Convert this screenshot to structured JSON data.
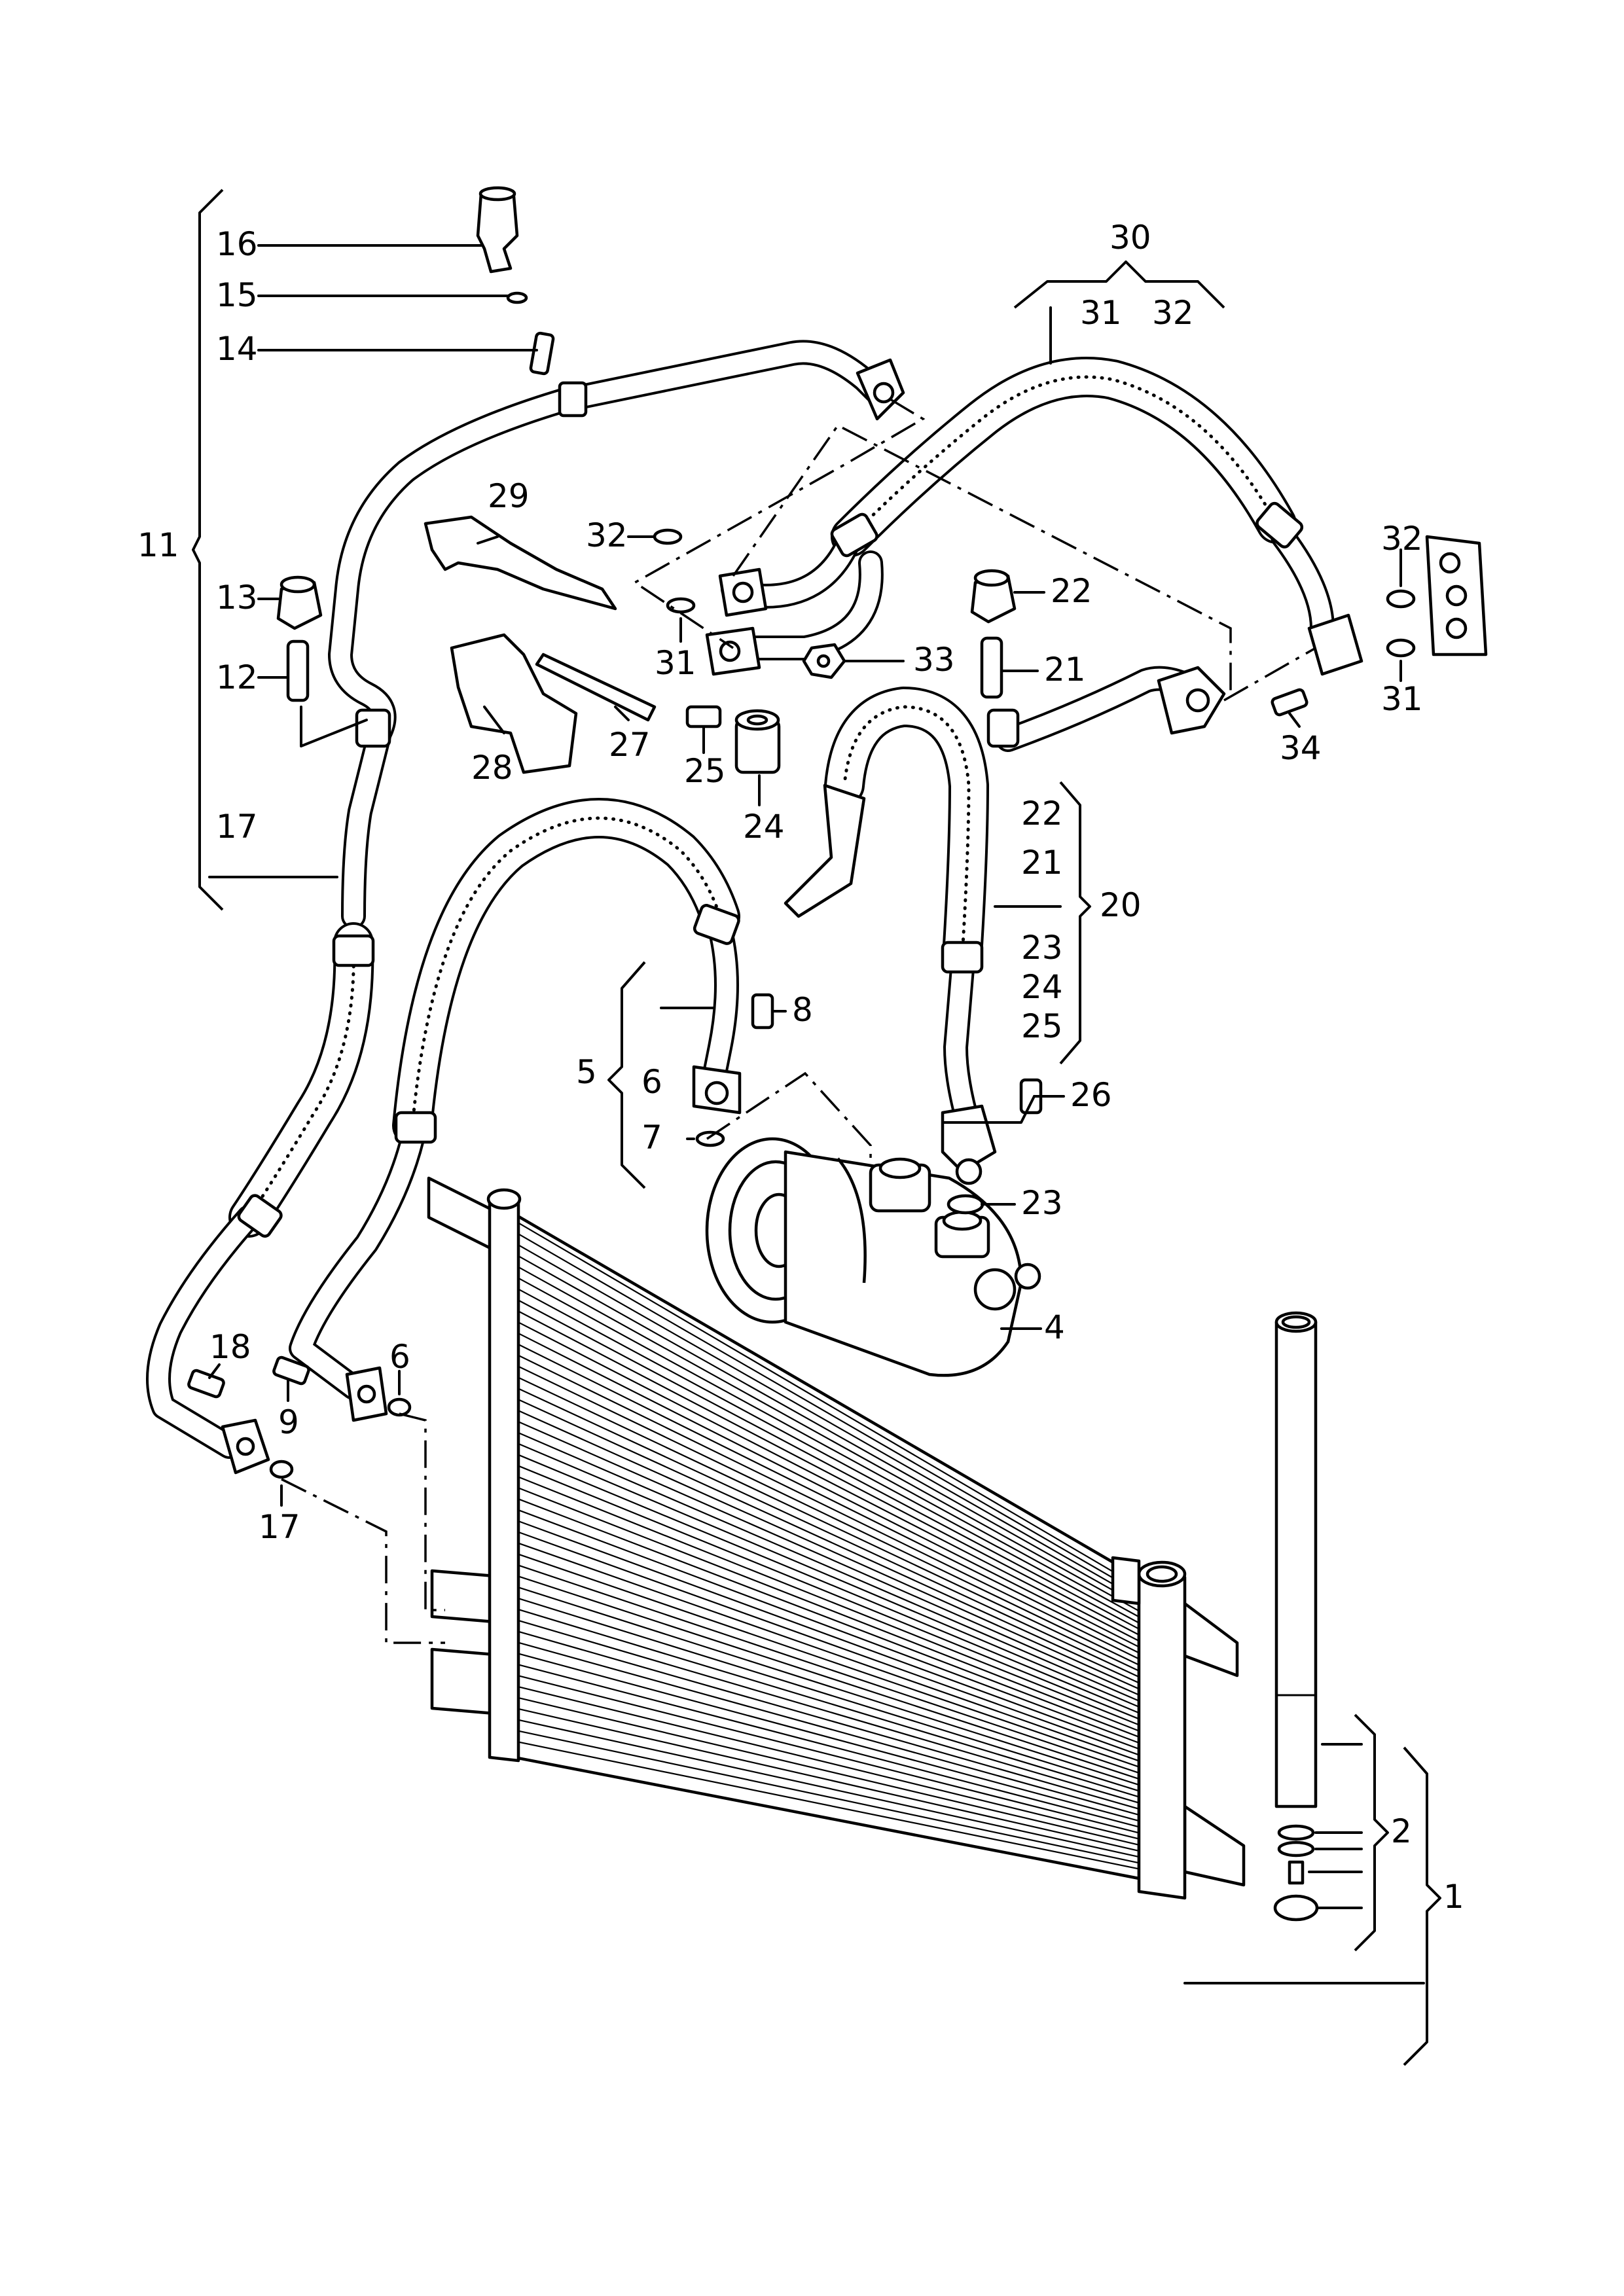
{
  "callouts": {
    "c1": "1",
    "c2": "2",
    "c4": "4",
    "c5": "5",
    "c6_upper": "6",
    "c6_lower": "6",
    "c7": "7",
    "c8": "8",
    "c9": "9",
    "c11": "11",
    "c12": "12",
    "c13": "13",
    "c14": "14",
    "c15": "15",
    "c16": "16",
    "c17_upper": "17",
    "c17_lower": "17",
    "c18": "18",
    "c20": "20",
    "c21_group": "21",
    "c21_part": "21",
    "c22_group": "22",
    "c22_part": "22",
    "c23_group": "23",
    "c23_part": "23",
    "c24_group": "24",
    "c24_part": "24",
    "c25_group": "25",
    "c25_part": "25",
    "c26": "26",
    "c27": "27",
    "c28": "28",
    "c29": "29",
    "c30": "30",
    "c31_group": "31",
    "c31_left": "31",
    "c31_right": "31",
    "c32_group": "32",
    "c32_left": "32",
    "c32_right": "32",
    "c33": "33",
    "c34": "34"
  }
}
